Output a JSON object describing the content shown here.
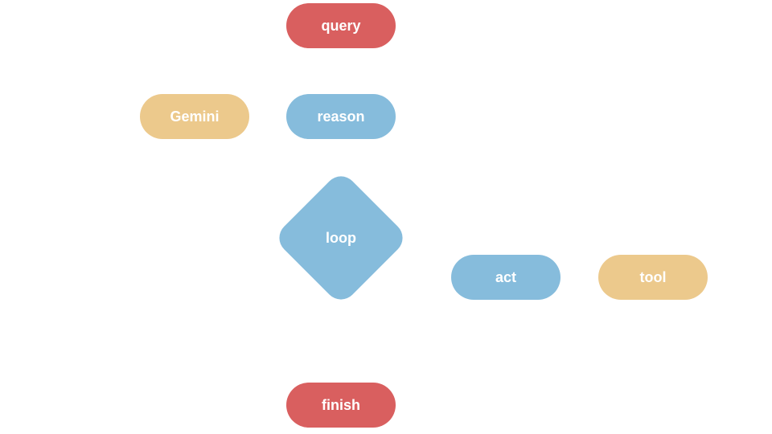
{
  "colors": {
    "red": "#d95f5f",
    "blue": "#86bcdc",
    "yellow": "#ecc98c"
  },
  "nodes": {
    "query": {
      "label": "query",
      "color": "red"
    },
    "reason": {
      "label": "reason",
      "color": "blue"
    },
    "gemini": {
      "label": "Gemini",
      "color": "yellow"
    },
    "loop": {
      "label": "loop",
      "color": "blue"
    },
    "act": {
      "label": "act",
      "color": "blue"
    },
    "tool": {
      "label": "tool",
      "color": "yellow"
    },
    "finish": {
      "label": "finish",
      "color": "red"
    }
  }
}
